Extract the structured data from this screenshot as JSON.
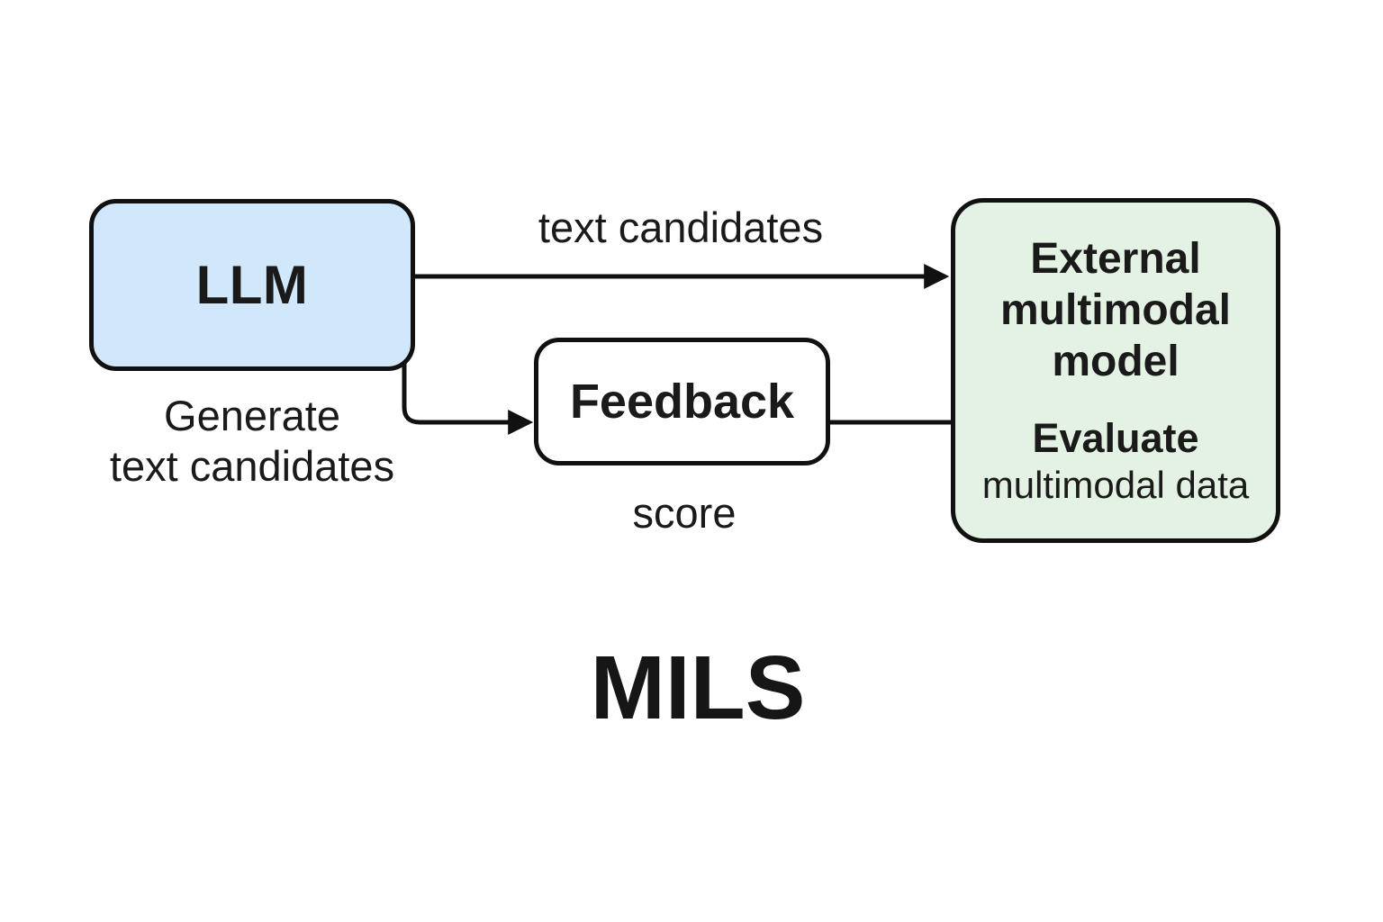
{
  "diagram": {
    "title": "MILS",
    "nodes": {
      "llm": {
        "label": "LLM",
        "caption_line1": "Generate",
        "caption_line2": "text candidates",
        "fill": "#d0e8fa"
      },
      "feedback": {
        "label": "Feedback",
        "caption": "score",
        "fill": "#ffffff"
      },
      "external_model": {
        "name_line1": "External",
        "name_line2": "multimodal",
        "name_line3": "model",
        "role_line1": "Evaluate",
        "role_line2": "multimodal data",
        "fill": "#e4f2e3"
      }
    },
    "edges": {
      "llm_to_external": {
        "label": "text candidates"
      }
    },
    "colors": {
      "stroke": "#111111",
      "text": "#1a1a1a",
      "background": "#ffffff"
    }
  }
}
